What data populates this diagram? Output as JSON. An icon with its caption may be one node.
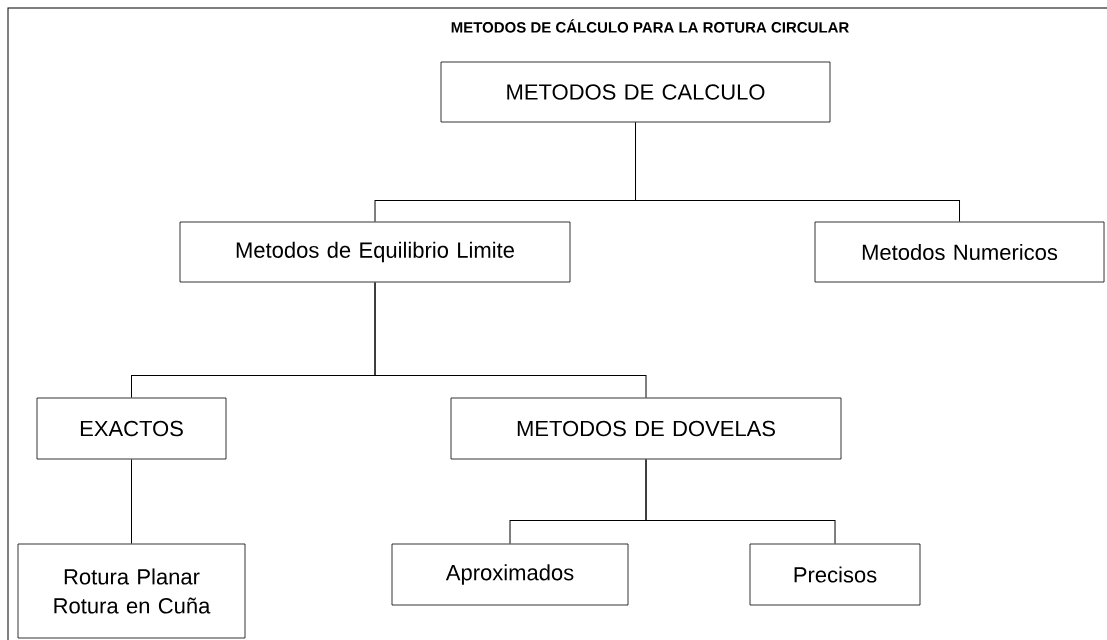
{
  "diagram": {
    "title": "METODOS DE CÁLCULO PARA LA ROTURA CIRCULAR",
    "nodes": [
      {
        "text": [
          "METODOS DE CALCULO"
        ]
      },
      {
        "text": [
          "Metodos de Equilibrio Limite"
        ]
      },
      {
        "text": [
          "Metodos Numericos"
        ]
      },
      {
        "text": [
          "EXACTOS"
        ]
      },
      {
        "text": [
          "METODOS DE DOVELAS"
        ]
      },
      {
        "text": [
          "Rotura Planar Rotura en Cuña"
        ]
      },
      {
        "text": [
          "Aproximados"
        ]
      },
      {
        "text": [
          "Precisos"
        ]
      }
    ],
    "edges": [
      {
        "from": 0,
        "to": 1,
        "arrow": "none"
      },
      {
        "from": 0,
        "to": 2,
        "arrow": "none"
      },
      {
        "from": 1,
        "to": 3,
        "arrow": "none"
      },
      {
        "from": 1,
        "to": 4,
        "arrow": "none"
      },
      {
        "from": 3,
        "to": 5,
        "arrow": "none"
      },
      {
        "from": 4,
        "to": 6,
        "arrow": "none"
      },
      {
        "from": 4,
        "to": 7,
        "arrow": "none"
      }
    ]
  }
}
